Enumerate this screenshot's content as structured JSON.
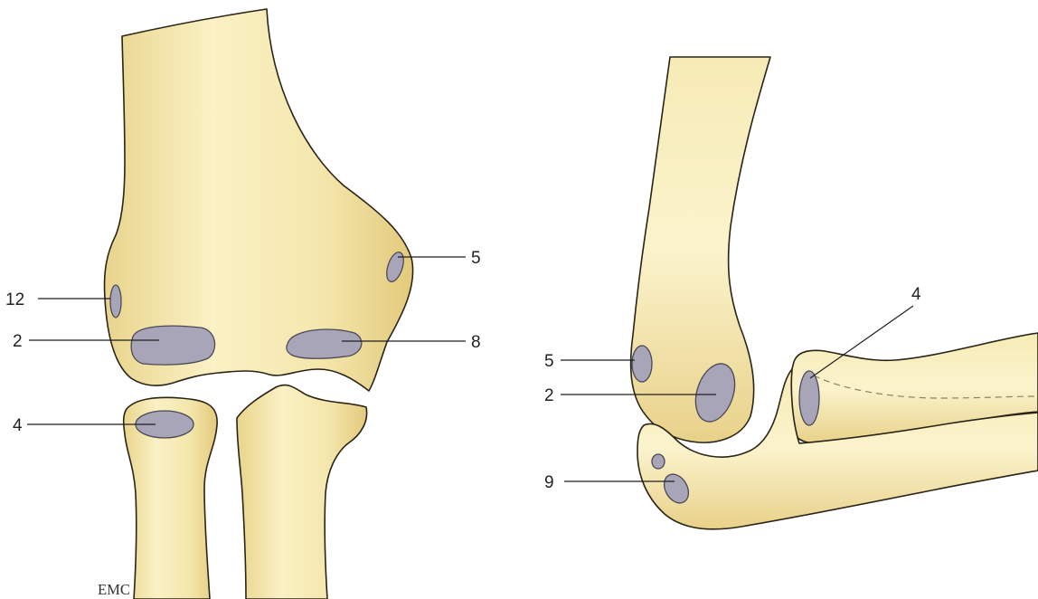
{
  "colors": {
    "bone_light": "#faf1c4",
    "bone_mid": "#f2e4a4",
    "bone_dark": "#e6cf83",
    "ossification_center": "#a7a5b7",
    "outline": "#2a2416"
  },
  "front_view": {
    "labels": {
      "l12": "12",
      "l2": "2",
      "l4": "4",
      "l5": "5",
      "l8": "8"
    }
  },
  "side_view": {
    "labels": {
      "l5": "5",
      "l2": "2",
      "l9": "9",
      "l4": "4"
    }
  },
  "logo": "EMC"
}
